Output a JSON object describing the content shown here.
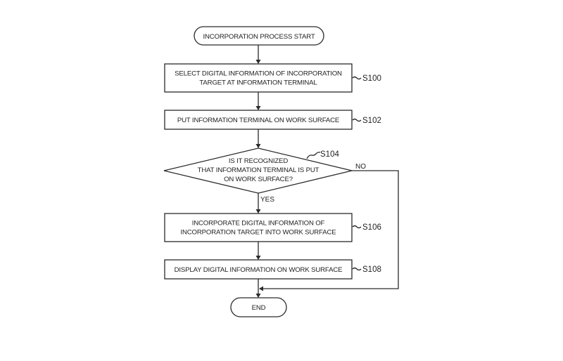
{
  "diagram": {
    "type": "flowchart",
    "start": {
      "text": "INCORPORATION PROCESS START"
    },
    "steps": [
      {
        "id": "S100",
        "lines": [
          "SELECT DIGITAL INFORMATION OF INCORPORATION",
          "TARGET AT INFORMATION TERMINAL"
        ]
      },
      {
        "id": "S102",
        "lines": [
          "PUT INFORMATION TERMINAL ON WORK SURFACE"
        ]
      },
      {
        "id": "S104",
        "kind": "decision",
        "lines": [
          "IS IT RECOGNIZED",
          "THAT INFORMATION TERMINAL IS PUT",
          "ON WORK SURFACE?"
        ],
        "yes_label": "YES",
        "no_label": "NO"
      },
      {
        "id": "S106",
        "lines": [
          "INCORPORATE DIGITAL INFORMATION OF",
          "INCORPORATION TARGET INTO WORK SURFACE"
        ]
      },
      {
        "id": "S108",
        "lines": [
          "DISPLAY DIGITAL INFORMATION ON WORK SURFACE"
        ]
      }
    ],
    "end": {
      "text": "END"
    },
    "edges": [
      {
        "from": "start",
        "to": "S100"
      },
      {
        "from": "S100",
        "to": "S102"
      },
      {
        "from": "S102",
        "to": "S104"
      },
      {
        "from": "S104",
        "to": "S106",
        "label": "YES"
      },
      {
        "from": "S104",
        "to": "end",
        "label": "NO"
      },
      {
        "from": "S106",
        "to": "S108"
      },
      {
        "from": "S108",
        "to": "end"
      }
    ]
  }
}
